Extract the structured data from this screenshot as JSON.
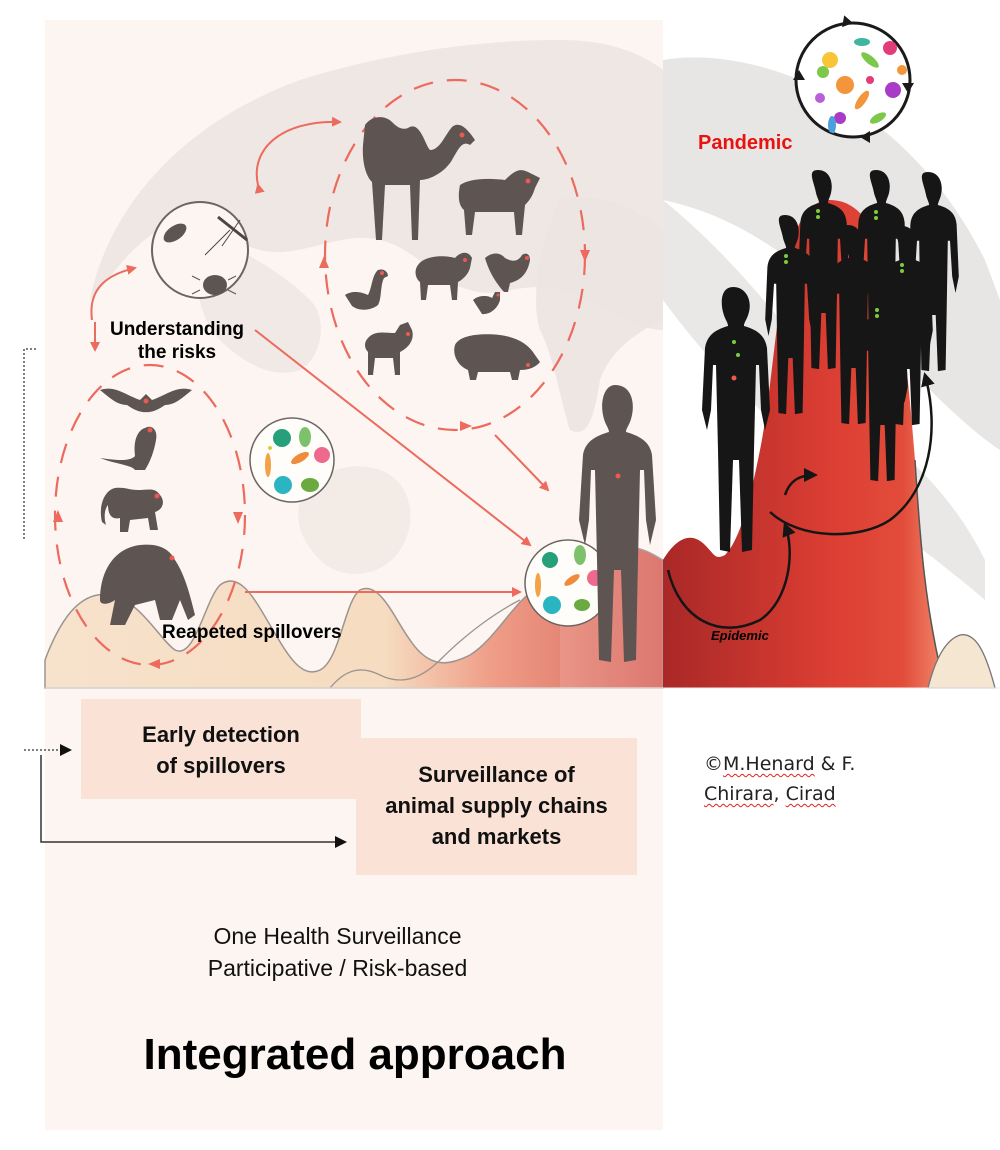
{
  "diagram": {
    "labels": {
      "understanding_the_risks": [
        "Understanding",
        "the risks"
      ],
      "repeated_spillovers": "Reapeted spillovers",
      "pandemic": "Pandemic",
      "epidemic": "Epidemic"
    },
    "boxes": {
      "early_detection": [
        "Early detection",
        "of spillovers"
      ],
      "surveillance": [
        "Surveillance of",
        "animal supply chains",
        "and markets"
      ]
    },
    "footer": {
      "one_health": [
        "One Health Surveillance",
        "Participative / Risk-based"
      ],
      "integrated": "Integrated approach"
    },
    "credit": {
      "line1_prefix": "©",
      "line1_author1": "M.Henard",
      "line1_rest": " & F.",
      "line2_author2": "Chirara",
      "line2_sep": ", ",
      "line2_org": "Cirad"
    },
    "groups": {
      "vectors": [
        "tick",
        "mosquito",
        "flea"
      ],
      "wildlife": [
        "bat",
        "rat",
        "monkey",
        "gorilla"
      ],
      "livestock": [
        "camel",
        "cattle",
        "duck",
        "sheep",
        "rooster",
        "hen",
        "goat",
        "pig"
      ]
    },
    "colors": {
      "panel_bg": "#fdf5f1",
      "box_bg": "#fae3d6",
      "arrow_red": "#ec6a5e",
      "silhouette_grey": "#5e5451",
      "silhouette_black": "#161616",
      "pandemic_red": "#e8130f",
      "epidemic_red": "#c9302c",
      "hill_sand": "#f5dcc2",
      "map_grey": "#ebe5e2"
    }
  }
}
